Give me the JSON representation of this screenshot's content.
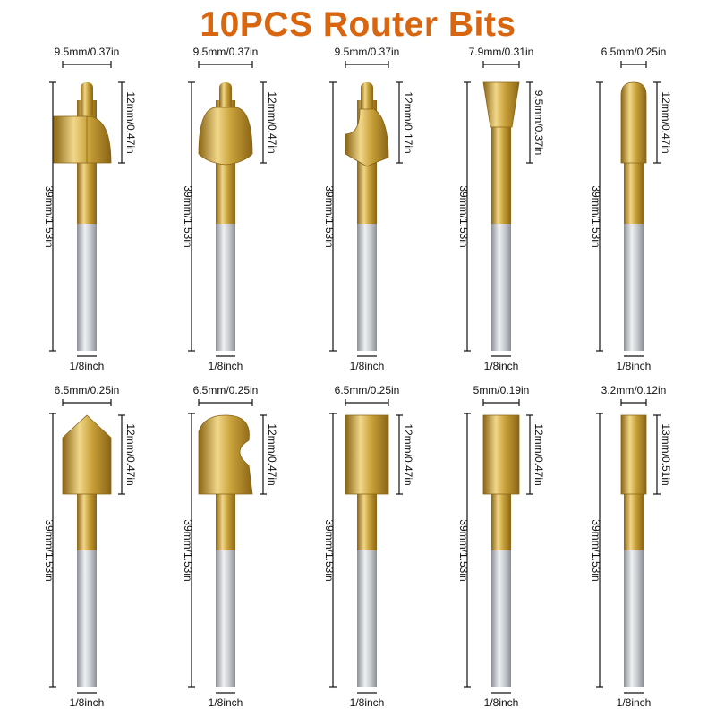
{
  "title": "10PCS Router Bits",
  "colors": {
    "title": "#d8650f",
    "gold_dark": "#8a6414",
    "gold_mid": "#c9a23a",
    "gold_light": "#f1d78a",
    "steel_dark": "#8c9096",
    "steel_light": "#eef0f2"
  },
  "bits": [
    {
      "name": "bit-1",
      "top_dim": "9.5mm/0.37in",
      "head_dim": "12mm/0.47in",
      "length_dim": "39mm/1.53in",
      "shank_dim": "1/8inch",
      "shape": "round-over"
    },
    {
      "name": "bit-2",
      "top_dim": "9.5mm/0.37in",
      "head_dim": "12mm/0.47in",
      "length_dim": "39mm/1.53in",
      "shank_dim": "1/8inch",
      "shape": "cove"
    },
    {
      "name": "bit-3",
      "top_dim": "9.5mm/0.37in",
      "head_dim": "12mm/0.17in",
      "length_dim": "39mm/1.53in",
      "shank_dim": "1/8inch",
      "shape": "ogee"
    },
    {
      "name": "bit-4",
      "top_dim": "7.9mm/0.31in",
      "head_dim": "9.5mm/0.37in",
      "length_dim": "39mm/1.53in",
      "shank_dim": "1/8inch",
      "shape": "dovetail"
    },
    {
      "name": "bit-5",
      "top_dim": "6.5mm/0.25in",
      "head_dim": "12mm/0.47in",
      "length_dim": "39mm/1.53in",
      "shank_dim": "1/8inch",
      "shape": "round-nose"
    },
    {
      "name": "bit-6",
      "top_dim": "6.5mm/0.25in",
      "head_dim": "12mm/0.47in",
      "length_dim": "39mm/1.53in",
      "shank_dim": "1/8inch",
      "shape": "v-groove"
    },
    {
      "name": "bit-7",
      "top_dim": "6.5mm/0.25in",
      "head_dim": "12mm/0.47in",
      "length_dim": "39mm/1.53in",
      "shank_dim": "1/8inch",
      "shape": "beading"
    },
    {
      "name": "bit-8",
      "top_dim": "6.5mm/0.25in",
      "head_dim": "12mm/0.47in",
      "length_dim": "39mm/1.53in",
      "shank_dim": "1/8inch",
      "shape": "straight"
    },
    {
      "name": "bit-9",
      "top_dim": "5mm/0.19in",
      "head_dim": "12mm/0.47in",
      "length_dim": "39mm/1.53in",
      "shank_dim": "1/8inch",
      "shape": "straight"
    },
    {
      "name": "bit-10",
      "top_dim": "3.2mm/0.12in",
      "head_dim": "13mm/0.51in",
      "length_dim": "39mm/1.53in",
      "shank_dim": "1/8inch",
      "shape": "straight-thin"
    }
  ]
}
